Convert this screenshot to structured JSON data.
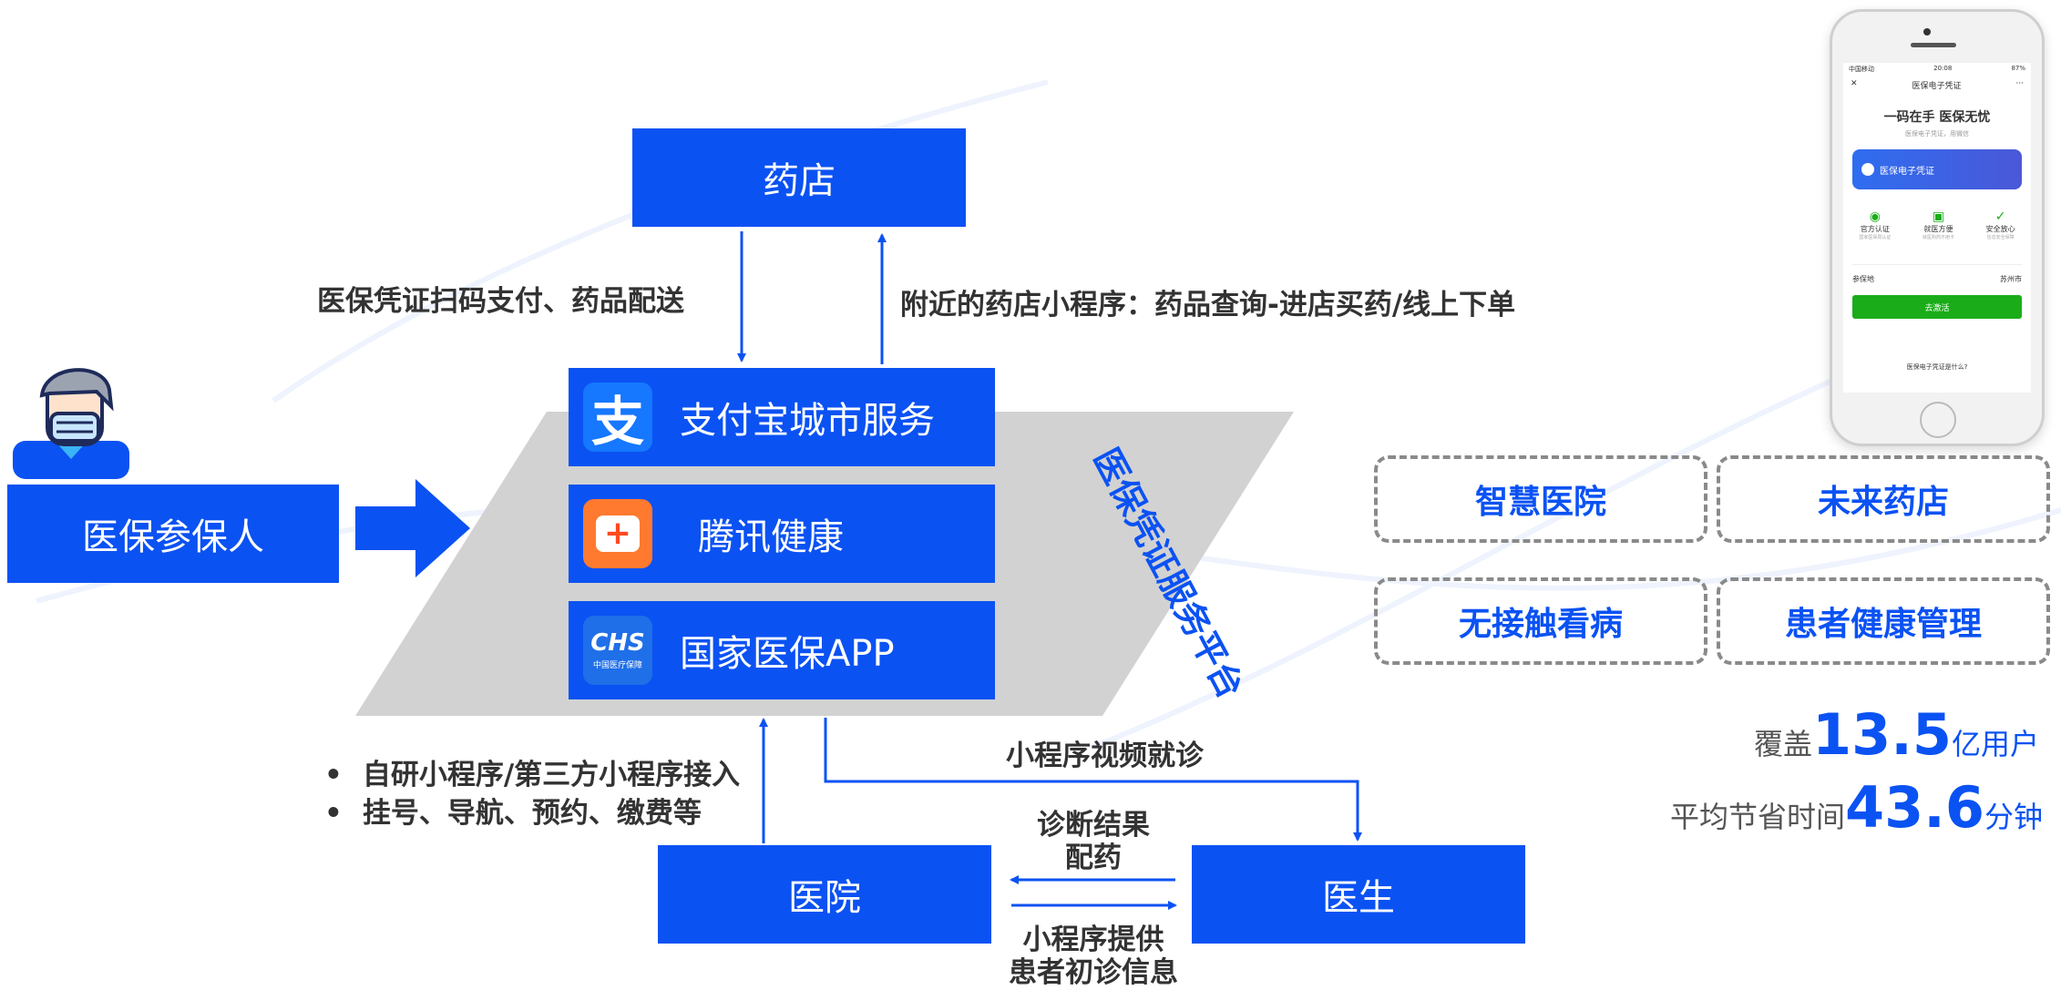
{
  "pharmacy": "药店",
  "insured": "医保参保人",
  "hospital": "医院",
  "doctor": "医生",
  "platform_label": "医保凭证服务平台",
  "apps": {
    "alipay": "支付宝城市服务",
    "tencent": "腾讯健康",
    "nhsa": "国家医保APP",
    "nhsa_icon_text": "CHS",
    "nhsa_icon_subtext": "中国医疗保障"
  },
  "edges": {
    "down_to_platform": "医保凭证扫码支付、药品配送",
    "up_to_pharmacy": "附近的药店小程序：药品查询-进店买药/线上下单",
    "video": "小程序视频就诊",
    "diagnosis_line1": "诊断结果",
    "diagnosis_line2": "配药",
    "provide_line1": "小程序提供",
    "provide_line2": "患者初诊信息"
  },
  "bullets": [
    "自研小程序/第三方小程序接入",
    "挂号、导航、预约、缴费等"
  ],
  "tags": [
    "智慧医院",
    "未来药店",
    "无接触看病",
    "患者健康管理"
  ],
  "stats": {
    "cover_prefix": "覆盖",
    "cover_value": "13.5",
    "cover_unit": "亿用户",
    "save_prefix": "平均节省时间",
    "save_value": "43.6",
    "save_unit": "分钟"
  },
  "phone": {
    "carrier": "中国移动",
    "time": "20:08",
    "battery": "87%",
    "title": "医保电子凭证",
    "headline": "一码在手 医保无忧",
    "subline": "医保电子凭证，用微信",
    "card_label": "医保电子凭证",
    "features": [
      {
        "name": "官方认证",
        "desc": "国家医保局认证"
      },
      {
        "name": "就医方便",
        "desc": "就医购药不用卡"
      },
      {
        "name": "安全放心",
        "desc": "信息安全保障"
      }
    ],
    "region_label": "参保地",
    "region_value": "苏州市",
    "activate_button": "去激活",
    "footer": "医保电子凭证是什么?"
  },
  "colors": {
    "primary": "#0b52f3",
    "platform_gray": "#d2d2d2",
    "wechat_green": "#1aad19"
  }
}
